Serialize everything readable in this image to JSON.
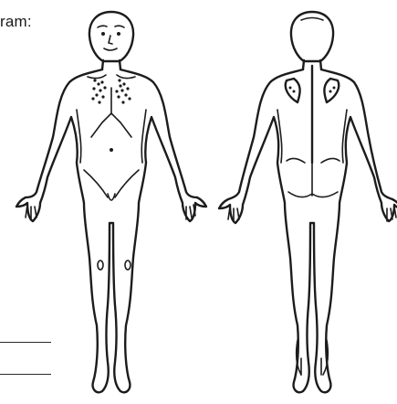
{
  "form": {
    "heading": "ram:"
  },
  "figures": [
    {
      "view": "front"
    },
    {
      "view": "back"
    }
  ],
  "colors": {
    "ink": "#1c1c1c",
    "paper": "#ffffff"
  }
}
